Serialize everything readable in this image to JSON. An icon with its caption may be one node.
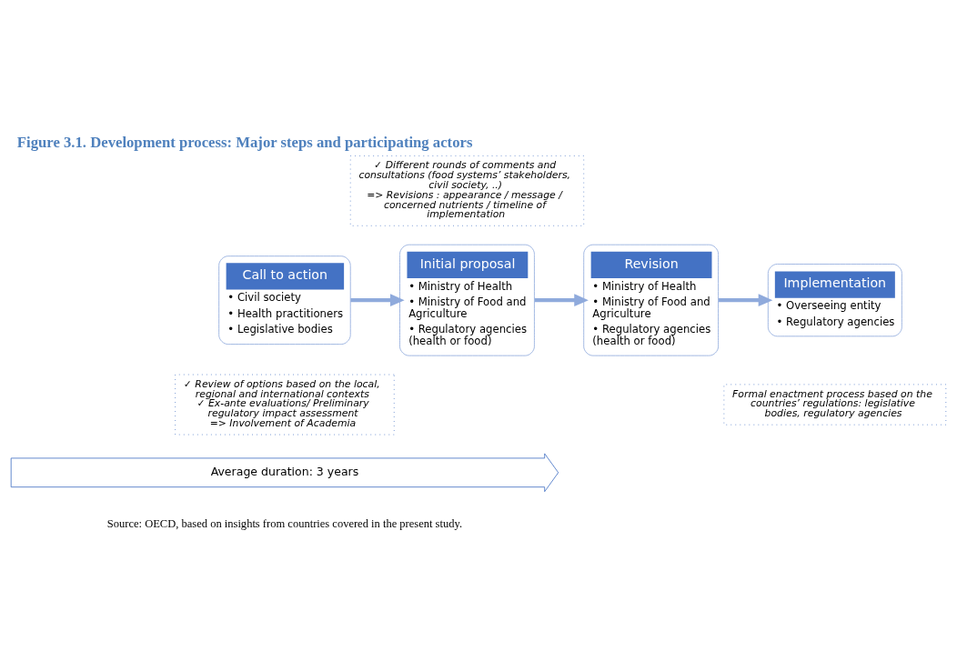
{
  "diagram": {
    "title": "Figure 3.1. Development process: Major steps and participating actors",
    "caption": "Source: OECD, based on insights from countries covered in the present study.",
    "nodes": [
      {
        "text": [
          "Call to action",
          "• Civil society",
          "• Health practitioners",
          "• Legislative bodies"
        ]
      },
      {
        "text": [
          "Initial proposal",
          "• Ministry of Health",
          "• Ministry of Food and Agriculture",
          "• Regulatory agencies (health or food)"
        ]
      },
      {
        "text": [
          "Revision",
          "• Ministry of Health",
          "• Ministry of Food and Agriculture",
          "• Regulatory agencies (health or food)"
        ]
      },
      {
        "text": [
          "Implementation",
          "• Overseeing entity",
          "• Regulatory agencies"
        ]
      },
      {
        "text": [
          "✓ Review of options based on the local, regional and international contexts",
          "✓ Ex-ante evaluations/ Preliminary regulatory impact assessment",
          "=> Involvement of Academia"
        ]
      },
      {
        "text": [
          "✓ Different rounds of comments and consultations (food systems’ stakeholders, civil society, ..)",
          "=> Revisions : appearance / message / concerned nutrients / timeline of implementation"
        ]
      },
      {
        "text": [
          "Formal enactment process based on the countries’ regulations: legislative bodies, regulatory agencies"
        ]
      },
      {
        "text": [
          "Average duration: 3 years"
        ]
      }
    ],
    "edges": [
      {
        "from": 0,
        "to": 1,
        "arrow": "to"
      },
      {
        "from": 1,
        "to": 2,
        "arrow": "to"
      },
      {
        "from": 2,
        "to": 3,
        "arrow": "to"
      }
    ]
  }
}
